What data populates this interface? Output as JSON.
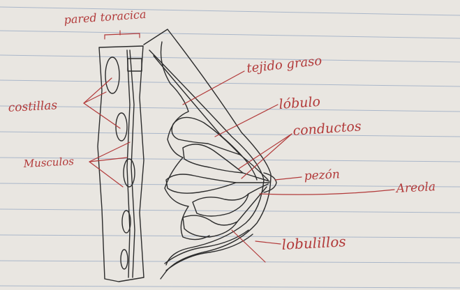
{
  "labels": {
    "chest_wall": "pared toracica",
    "ribs": "costillas",
    "muscles": "Musculos",
    "fat_tissue": "tejido graso",
    "lobe": "lóbulo",
    "ducts": "conductos",
    "nipple": "pezón",
    "areola": "Areola",
    "lobules": "lobulillos"
  },
  "colors": {
    "paper": "#e9e6e1",
    "ruling": "#8fa3c0",
    "pencil": "#2b2b2b",
    "annotation": "#b23a3a"
  }
}
